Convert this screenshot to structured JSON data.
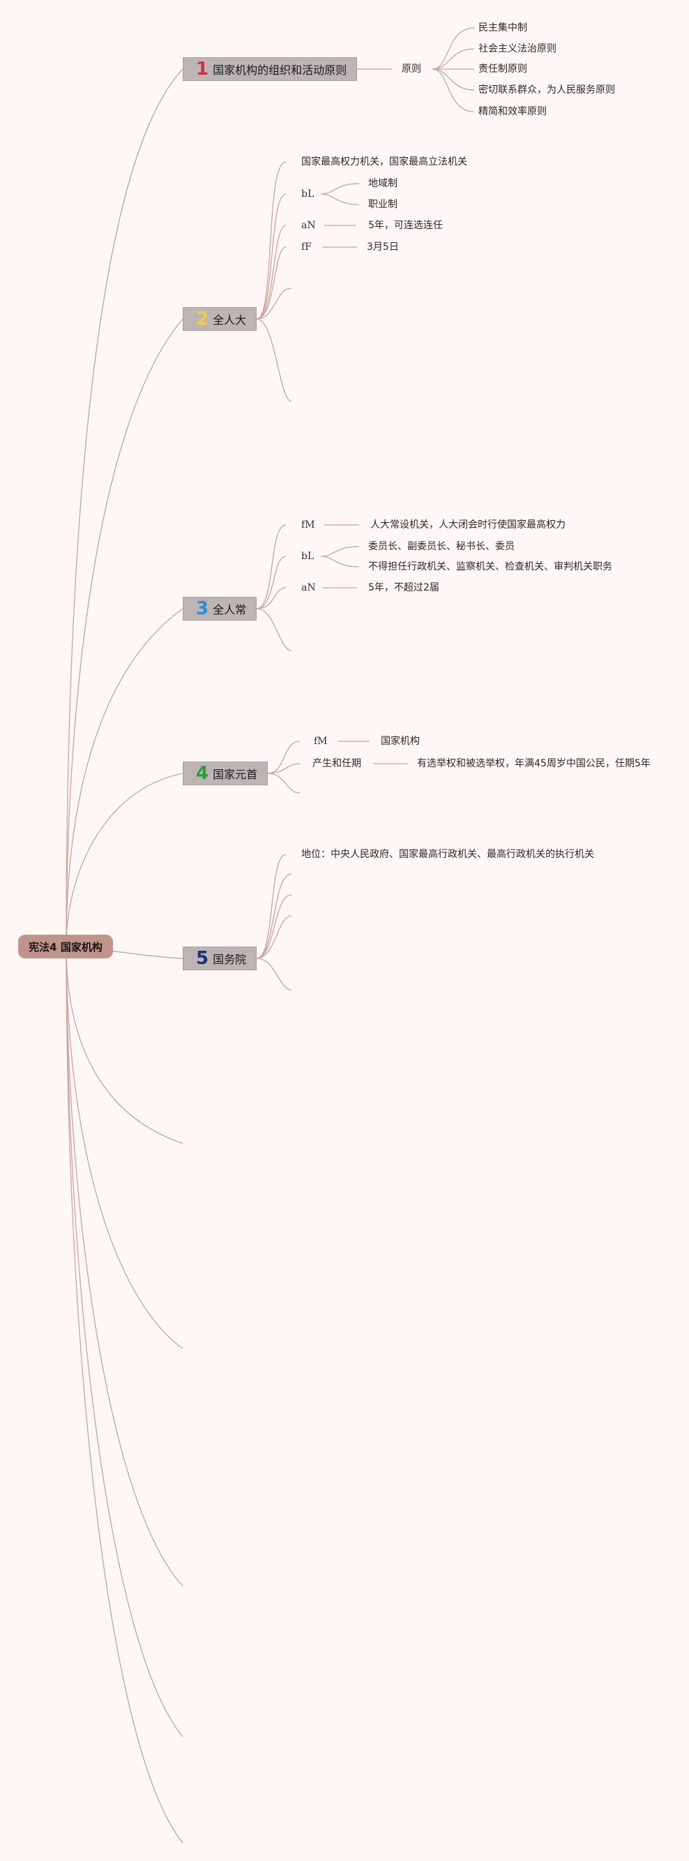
{
  "colors": {
    "background": "#fdf7f6",
    "line": "#c8a49c",
    "root": "#bf948c"
  },
  "root": {
    "label": "宪法4 国家机构"
  },
  "topics": [
    {
      "num": "1",
      "num_color": "#d62b4b",
      "label": "国家机构的组织和活动原则",
      "child": "原则",
      "items": [
        "民主集中制",
        "社会主义法治原则",
        "责任制原则",
        "密切联系群众，为人民服务原则",
        "精简和效率原则"
      ]
    },
    {
      "num": "2",
      "num_color": "#f2c94c",
      "label": "全人大",
      "status": "国家最高权力机关，国家最高立法机关",
      "tag_b": "bL",
      "b_items": [
        "地域制",
        "职业制"
      ],
      "tag_a": "aN",
      "a_value": "5年，可连选连任",
      "tag_f": "fF",
      "f_value": "3月5日"
    },
    {
      "num": "3",
      "num_color": "#2f8fd6",
      "label": "全人常",
      "tag_f": "fM",
      "f_value": "人大常设机关，人大闭会时行使国家最高权力",
      "tag_b": "bL",
      "b_items": [
        "委员长、副委员长、秘书长、委员",
        "不得担任行政机关、监察机关、检查机关、审判机关职务"
      ],
      "tag_a": "aN",
      "a_value": "5年，不超过2届"
    },
    {
      "num": "4",
      "num_color": "#2e9a3a",
      "label": "国家元首",
      "tag_f": "fM",
      "f_value": "国家机构",
      "term_label": "产生和任期",
      "term_value": "有选举权和被选举权，年满45周岁中国公民，任期5年"
    },
    {
      "num": "5",
      "num_color": "#1f2f7a",
      "label": "国务院",
      "status": "地位：中央人民政府、国家最高行政机关、最高行政机关的执行机关"
    }
  ]
}
